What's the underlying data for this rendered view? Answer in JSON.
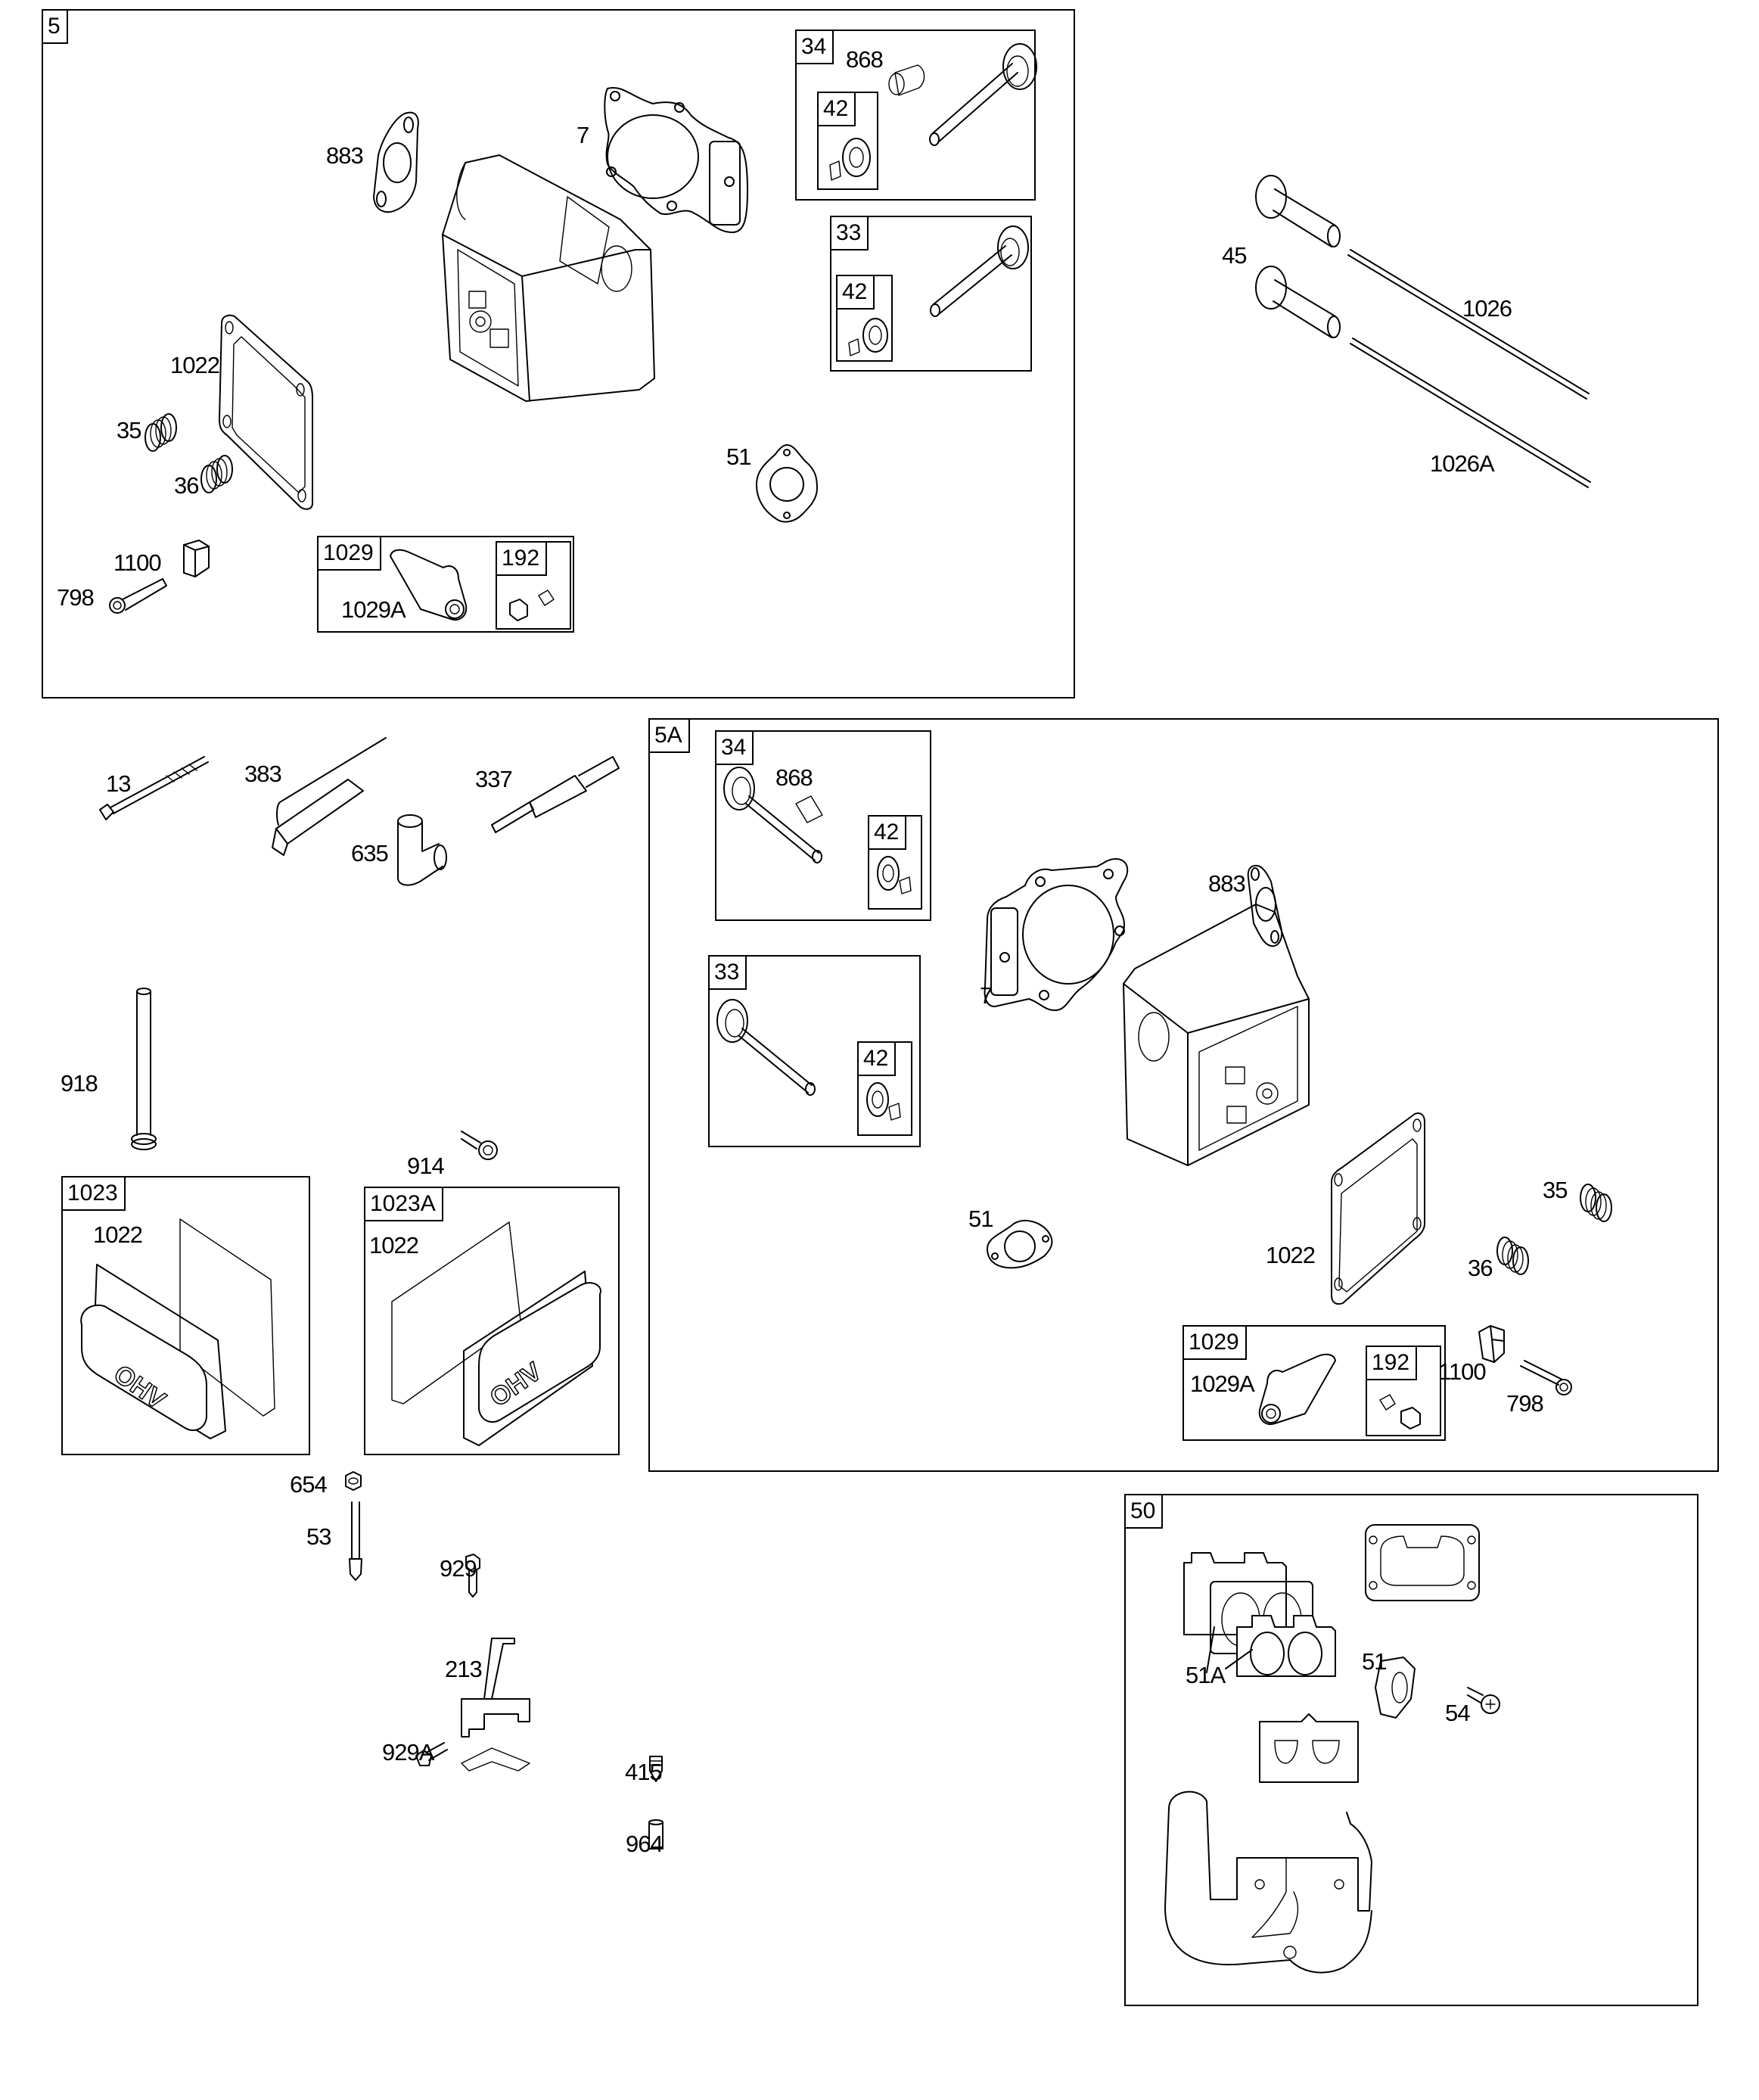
{
  "diagram": {
    "type": "exploded-parts-diagram",
    "sections": {
      "cyl_head_1": {
        "ref": "5",
        "labels": {
          "gasket_exhaust": "883",
          "head_gasket": "7",
          "valve_cover_gasket": "1022",
          "spring_35": "35",
          "spring_36": "36",
          "bolt_1100": "1100",
          "screw_798": "798",
          "intake_gasket": "51"
        },
        "exhaust_valve_kit": {
          "ref": "34",
          "guide": "868",
          "retainer_kit": "42"
        },
        "intake_valve_kit": {
          "ref": "33",
          "retainer_kit": "42"
        },
        "rocker_kit": {
          "ref": "1029",
          "rocker": "1029A",
          "adjuster_kit": "192"
        }
      },
      "push_rods": {
        "tappet": "45",
        "rod": "1026",
        "rod_alt": "1026A"
      },
      "loose_parts": {
        "head_bolt": "13",
        "spark_plug_wrench": "383",
        "spark_plug": "337",
        "boot": "635",
        "tube": "918",
        "screw_914": "914",
        "nut": "654",
        "stud": "53",
        "screw_929": "929",
        "bracket": "213",
        "screw_929a": "929A",
        "fitting_415": "415",
        "spacer_964": "964"
      },
      "valve_cover_1": {
        "ref": "1023",
        "gasket": "1022",
        "logo": "OHV"
      },
      "valve_cover_2": {
        "ref": "1023A",
        "gasket": "1022",
        "logo": "OHV"
      },
      "cyl_head_2": {
        "ref": "5A",
        "labels": {
          "gasket_exhaust": "883",
          "head_gasket": "7",
          "valve_cover_gasket": "1022",
          "spring_35": "35",
          "spring_36": "36",
          "bolt_1100": "1100",
          "screw_798": "798",
          "intake_gasket": "51"
        },
        "exhaust_valve_kit": {
          "ref": "34",
          "guide": "868",
          "retainer_kit": "42"
        },
        "intake_valve_kit": {
          "ref": "33",
          "retainer_kit": "42"
        },
        "rocker_kit": {
          "ref": "1029",
          "rocker": "1029A",
          "adjuster_kit": "192"
        }
      },
      "intake_manifold": {
        "ref": "50",
        "gasket_set": "51A",
        "gasket": "51",
        "screw": "54"
      }
    }
  }
}
